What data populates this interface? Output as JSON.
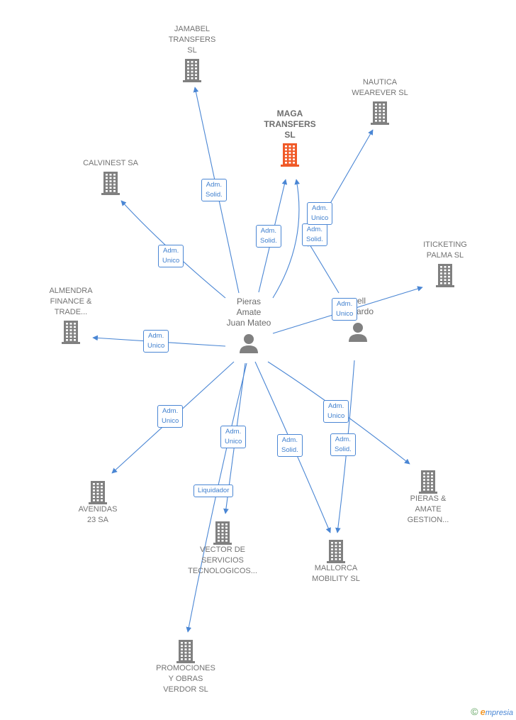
{
  "colors": {
    "edge": "#4a86d4",
    "building": "#808080",
    "building_main": "#f05a28",
    "person": "#808080"
  },
  "companies": [
    {
      "id": "jamabel",
      "label": "JAMABEL\nTRANSFERS\nSL",
      "main": false
    },
    {
      "id": "maga",
      "label": "MAGA\nTRANSFERS\nSL",
      "main": true
    },
    {
      "id": "nautica",
      "label": "NAUTICA\nWEAREVER SL",
      "main": false
    },
    {
      "id": "calvinest",
      "label": "CALVINEST SA",
      "main": false
    },
    {
      "id": "iticketing",
      "label": "ITICKETING\nPALMA  SL",
      "main": false
    },
    {
      "id": "almendra",
      "label": "ALMENDRA\nFINANCE &\nTRADE...",
      "main": false
    },
    {
      "id": "avenidas",
      "label": "AVENIDAS\n23 SA",
      "main": false
    },
    {
      "id": "vector",
      "label": "VECTOR DE\nSERVICIOS\nTECNOLOGICOS...",
      "main": false
    },
    {
      "id": "mallorca",
      "label": "MALLORCA\nMOBILITY  SL",
      "main": false
    },
    {
      "id": "pieras_amate",
      "label": "PIERAS &\nAMATE\nGESTION...",
      "main": false
    },
    {
      "id": "promociones",
      "label": "PROMOCIONES\nY OBRAS\nVERDOR SL",
      "main": false
    }
  ],
  "persons": [
    {
      "id": "pieras",
      "label": "Pieras\nAmate\nJuan Mateo"
    },
    {
      "id": "gerardo",
      "label": "...ell\nGerardo"
    }
  ],
  "edge_labels": [
    {
      "id": "jamabel",
      "text": "Adm.\nSolid."
    },
    {
      "id": "maga1",
      "text": "Adm.\nSolid."
    },
    {
      "id": "maga2",
      "text": "Adm.\nSolid."
    },
    {
      "id": "nautica",
      "text": "Adm.\nUnico"
    },
    {
      "id": "calvinest",
      "text": "Adm.\nUnico"
    },
    {
      "id": "iticketing",
      "text": "Adm.\nUnico"
    },
    {
      "id": "almendra",
      "text": "Adm.\nUnico"
    },
    {
      "id": "avenidas",
      "text": "Adm.\nUnico"
    },
    {
      "id": "vector",
      "text": "Adm.\nUnico"
    },
    {
      "id": "promociones",
      "text": "Liquidador"
    },
    {
      "id": "mallorca1",
      "text": "Adm.\nSolid."
    },
    {
      "id": "pieras_amate",
      "text": "Adm.\nUnico"
    },
    {
      "id": "mallorca2",
      "text": "Adm.\nSolid."
    }
  ],
  "footer": {
    "copyright": "©",
    "brand_e": "e",
    "brand_rest": "mpresia"
  }
}
